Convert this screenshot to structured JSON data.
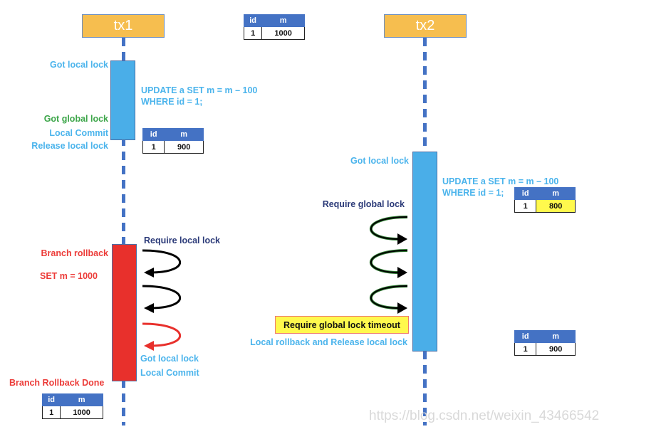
{
  "lanes": {
    "tx1": {
      "title": "tx1"
    },
    "tx2": {
      "title": "tx2"
    }
  },
  "initial_table": {
    "headers": [
      "id",
      "m"
    ],
    "row": [
      "1",
      "1000"
    ]
  },
  "tx1": {
    "got_local_lock": "Got local lock",
    "sql_line1": "UPDATE a SET m = m – 100",
    "sql_line2": "WHERE id = 1;",
    "got_global_lock": "Got global lock",
    "local_commit": "Local Commit",
    "release_local_lock": "Release local lock",
    "table_after_commit": {
      "headers": [
        "id",
        "m"
      ],
      "row": [
        "1",
        "900"
      ]
    },
    "branch_rollback": "Branch rollback",
    "set_m": "SET m = 1000",
    "require_local_lock": "Require local lock",
    "got_local_lock_2": "Got local lock",
    "local_commit_2": "Local Commit",
    "branch_rollback_done": "Branch Rollback Done",
    "table_after_rollback": {
      "headers": [
        "id",
        "m"
      ],
      "row": [
        "1",
        "1000"
      ]
    }
  },
  "tx2": {
    "got_local_lock": "Got local lock",
    "sql_line1": "UPDATE a SET m = m – 100",
    "sql_line2": "WHERE id = 1;",
    "table_during_update": {
      "headers": [
        "id",
        "m"
      ],
      "row": [
        "1",
        "800"
      ]
    },
    "require_global_lock": "Require global lock",
    "timeout": "Require global lock timeout",
    "local_rollback": "Local rollback and  Release local lock",
    "table_after_rollback": {
      "headers": [
        "id",
        "m"
      ],
      "row": [
        "1",
        "900"
      ]
    }
  },
  "watermark": "https://blog.csdn.net/weixin_43466542",
  "colors": {
    "lane_header": "#f6be4f",
    "lifeline": "#4472c4",
    "active_bar": "#4aaee8",
    "rollback_bar": "#e8302c",
    "highlight": "#fff94d"
  }
}
